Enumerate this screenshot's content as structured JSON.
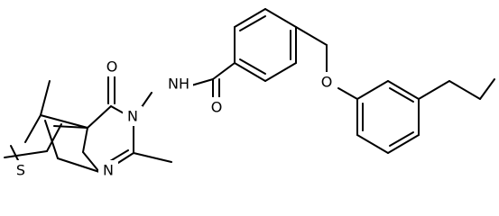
{
  "molecule": {
    "atom_labels": {
      "O_carbonyl_ring": "O",
      "N_ring": "N",
      "N_ring_2": "N",
      "S_ring": "S",
      "NH": "NH",
      "O_amide": "O",
      "O_ether": "O"
    },
    "colors": {
      "bond": "#000000",
      "label": "#000000",
      "background": "#ffffff"
    }
  }
}
